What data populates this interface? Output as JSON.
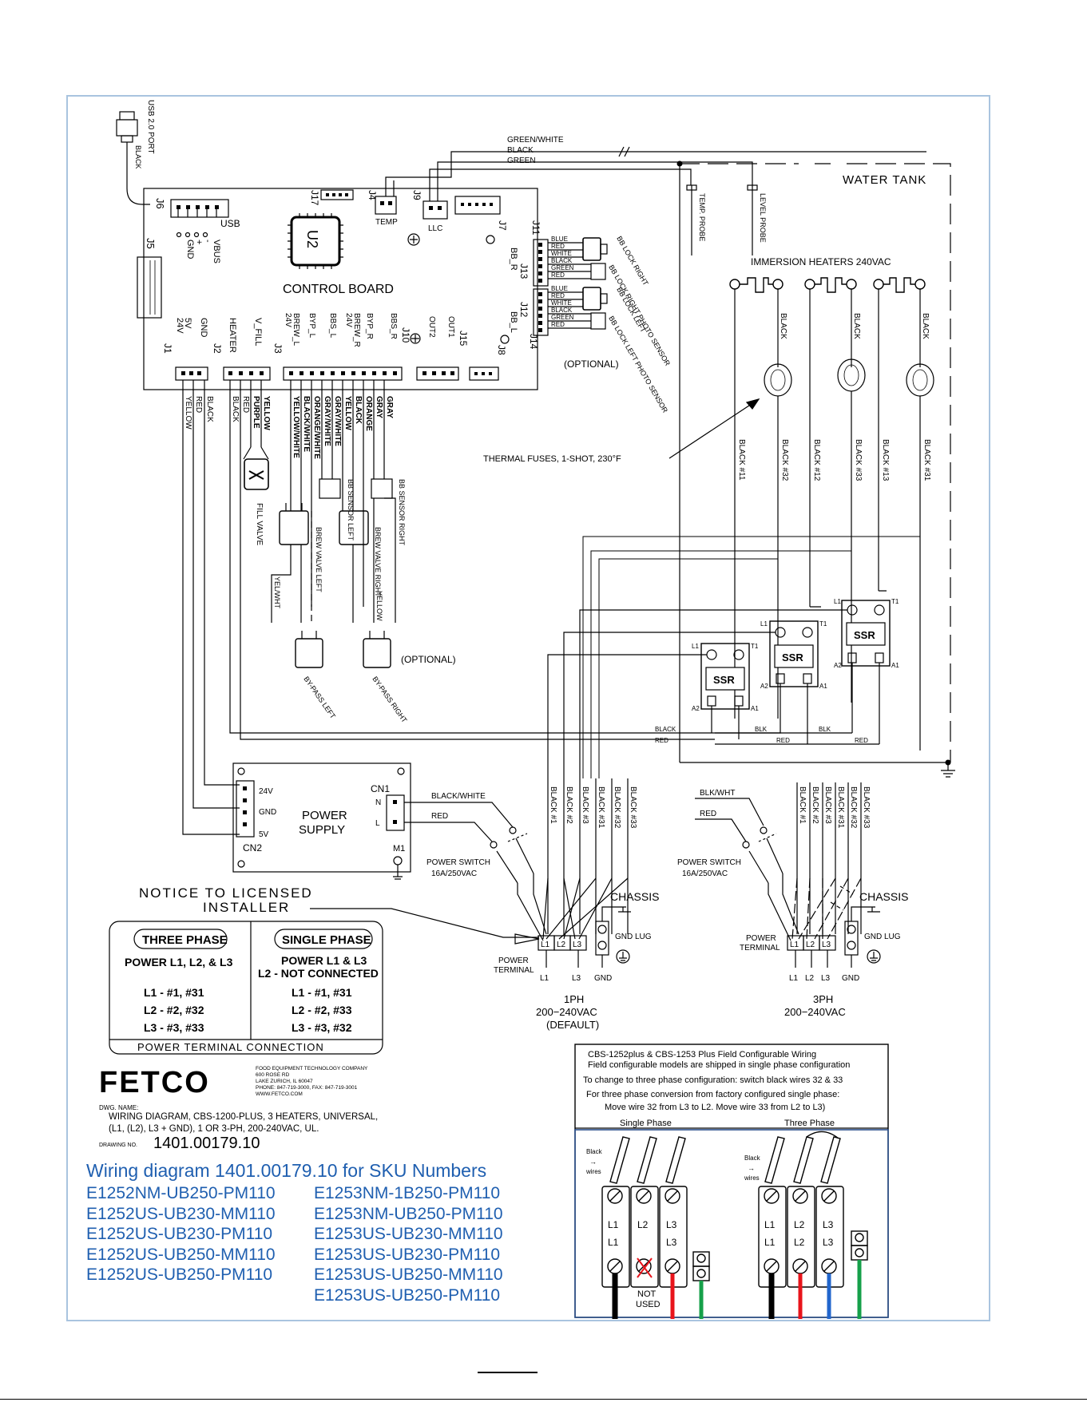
{
  "usb": {
    "port": "USB 2.0 PORT",
    "wire": "BLACK"
  },
  "board": {
    "title": "CONTROL BOARD",
    "chip": "U2",
    "connectors": [
      "J6",
      "J5",
      "J17",
      "J4",
      "J9",
      "J7",
      "J11",
      "J13",
      "J12",
      "J14",
      "J1",
      "J2",
      "J3",
      "J10",
      "J15",
      "J8"
    ],
    "usb_pins": [
      "GND",
      "+",
      "-",
      "VBUS"
    ],
    "usb_label": "USB",
    "j4_label": "TEMP",
    "j9_label": "LLC",
    "pins_j1": [
      "24V",
      "5V",
      "GND"
    ],
    "pins_j2": [
      "HEATER",
      "V_FILL"
    ],
    "pins_j3": [
      "24V",
      "BREW_L",
      "BYP_L",
      "BBS_L",
      "24V",
      "BREW_R",
      "BYP_R",
      "BBS_R"
    ],
    "pins_out": [
      "OUT2",
      "OUT1"
    ],
    "bb_labels": [
      "BB_R",
      "BB_L"
    ]
  },
  "top_wires": [
    "GREEN/WHITE",
    "BLACK",
    "GREEN"
  ],
  "tank": {
    "label": "WATER TANK",
    "probes": [
      "TEMP. PROBE",
      "LEVEL PROBE"
    ]
  },
  "bb_lock": {
    "colors": [
      "BLUE",
      "RED",
      "WHITE",
      "BLACK",
      "GREEN",
      "RED"
    ],
    "labels": [
      "BB LOCK RIGHT",
      "BB LOCK RIGHT PHOTO SENSOR",
      "BB LOCK LEFT",
      "BB LOCK LEFT PHOTO SENSOR"
    ],
    "optional": "(OPTIONAL)"
  },
  "heaters": {
    "label": "IMMERSION HEATERS 240VAC",
    "wire": "BLACK",
    "fuse_label": "THERMAL FUSES, 1-SHOT, 230°F"
  },
  "heater_wires": [
    "BLACK #11",
    "BLACK #32",
    "BLACK #12",
    "BLACK #33",
    "BLACK #13",
    "BLACK #31"
  ],
  "j_wires": {
    "j1": [
      "YELLOW",
      "RED",
      "BLACK"
    ],
    "j2": [
      "BLACK",
      "RED",
      "PURPLE",
      "YELLOW"
    ],
    "j3": [
      "YELLOW/WHITE",
      "BLACK/WHITE",
      "ORANGE/WHITE",
      "GRAY/WHITE",
      "GRAY/WHITE",
      "YELLOW",
      "BLACK",
      "ORANGE",
      "GRAY",
      "GRAY"
    ]
  },
  "valves": {
    "fill": "FILL VALVE",
    "brew_left": "BREW VALVE LEFT",
    "brew_right": "BREW VALVE RIGHT",
    "bb_left": "BB SENSOR LEFT",
    "bb_right": "BB SENSOR RIGHT",
    "yel_wht": "YEL/WHT",
    "yellow": "YELLOW",
    "bypass_left": "BY-PASS LEFT",
    "bypass_right": "BY-PASS RIGHT",
    "optional": "(OPTIONAL)"
  },
  "ssr": {
    "label": "SSR",
    "pins": [
      "L1",
      "T1",
      "A2",
      "A1"
    ],
    "wires": [
      "BLACK",
      "RED",
      "BLK",
      "RED",
      "BLK",
      "RED"
    ]
  },
  "power_supply": {
    "title1": "POWER",
    "title2": "SUPPLY",
    "cn1": "CN1",
    "cn2": "CN2",
    "m1": "M1",
    "pins_left": [
      "24V",
      "GND",
      "5V"
    ],
    "pins_right": [
      "N",
      "L"
    ],
    "wires": [
      "BLACK/WHITE",
      "RED"
    ]
  },
  "terminal_wires": [
    "BLACK #1",
    "BLACK #2",
    "BLACK #3",
    "BLACK #31",
    "BLACK #32",
    "BLACK #33"
  ],
  "one_ph": {
    "switch": "POWER SWITCH",
    "rating": "16A/250VAC",
    "chassis": "CHASSIS",
    "gnd_lug": "GND LUG",
    "terminal": [
      "POWER",
      "TERMINAL"
    ],
    "pins": [
      "L1",
      "L2",
      "L3"
    ],
    "bottom": [
      "L1",
      "L3",
      "GND"
    ],
    "caption": [
      "1PH",
      "200−240VAC",
      "(DEFAULT)"
    ]
  },
  "three_ph": {
    "wires": [
      "BLK/WHT",
      "RED"
    ],
    "switch": "POWER SWITCH",
    "rating": "16A/250VAC",
    "chassis": "CHASSIS",
    "gnd_lug": "GND LUG",
    "terminal": [
      "POWER",
      "TERMINAL"
    ],
    "pins": [
      "L1",
      "L2",
      "L3"
    ],
    "bottom": [
      "L1",
      "L2",
      "L3",
      "GND"
    ],
    "caption": [
      "3PH",
      "200−240VAC"
    ]
  },
  "notice": {
    "title": "NOTICE TO LICENSED",
    "title2": "INSTALLER",
    "three_phase": {
      "header": "THREE PHASE",
      "power": "POWER L1, L2, & L3",
      "rows": [
        "L1 - #1, #31",
        "L2 - #2, #32",
        "L3 - #3, #33"
      ]
    },
    "single_phase": {
      "header": "SINGLE PHASE",
      "power": "POWER L1 & L3",
      "power2": "L2 - NOT CONNECTED",
      "rows": [
        "L1 - #1, #31",
        "L2 - #2, #33",
        "L3 - #3, #32"
      ]
    },
    "footer": "POWER TERMINAL CONNECTION"
  },
  "logo": {
    "text": "FETCO",
    "address": [
      "FOOD EQUIPMENT TECHNOLOGY COMPANY",
      "600 ROSE RD",
      "LAKE ZURICH, IL 60047",
      "PHONE: 847-719-3000, FAX: 847-719-3001",
      "WWW.FETCO.COM"
    ]
  },
  "dwg": {
    "name_label": "DWG. NAME:",
    "name_line1": "WIRING DIAGRAM, CBS-1200-PLUS, 3 HEATERS, UNIVERSAL,",
    "name_line2": "(L1, (L2), L3 + GND), 1 OR 3-PH, 200-240VAC, UL.",
    "number_label": "DRAWING NO.",
    "number": "1401.00179.10"
  },
  "field_config": {
    "line1": "CBS-1252plus & CBS-1253 Plus  Field Configurable Wiring",
    "line2": "Field configurable models are shipped in single phase configuration",
    "line3": "To change to three phase configuration: switch black wires 32 & 33",
    "line4": "For three phase conversion from factory configured single phase:",
    "line5": "Move wire 32 from L3 to L2.  Move wire 33 from L2 to L3)",
    "single": "Single Phase",
    "three": "Three Phase",
    "black_wires": [
      "Black",
      "→",
      "wires"
    ],
    "term": [
      "L1",
      "L2",
      "L3"
    ],
    "not_used": [
      "NOT",
      "USED"
    ]
  },
  "sku": {
    "title": "Wiring diagram 1401.00179.10 for SKU Numbers",
    "left": [
      "E1252NM-UB250-PM110",
      "E1252US-UB230-MM110",
      "E1252US-UB230-PM110",
      "E1252US-UB250-MM110",
      "E1252US-UB250-PM110"
    ],
    "right": [
      "E1253NM-1B250-PM110",
      "E1253NM-UB250-PM110",
      "E1253US-UB230-MM110",
      "E1253US-UB230-PM110",
      "E1253US-UB250-MM110",
      "E1253US-UB250-PM110"
    ]
  },
  "colors": {
    "sku_blue": "#1f5fb0",
    "frame": "#a9c4df",
    "wire_red": "#e8141b",
    "wire_green": "#16a04a",
    "wire_blue": "#2266cc"
  }
}
